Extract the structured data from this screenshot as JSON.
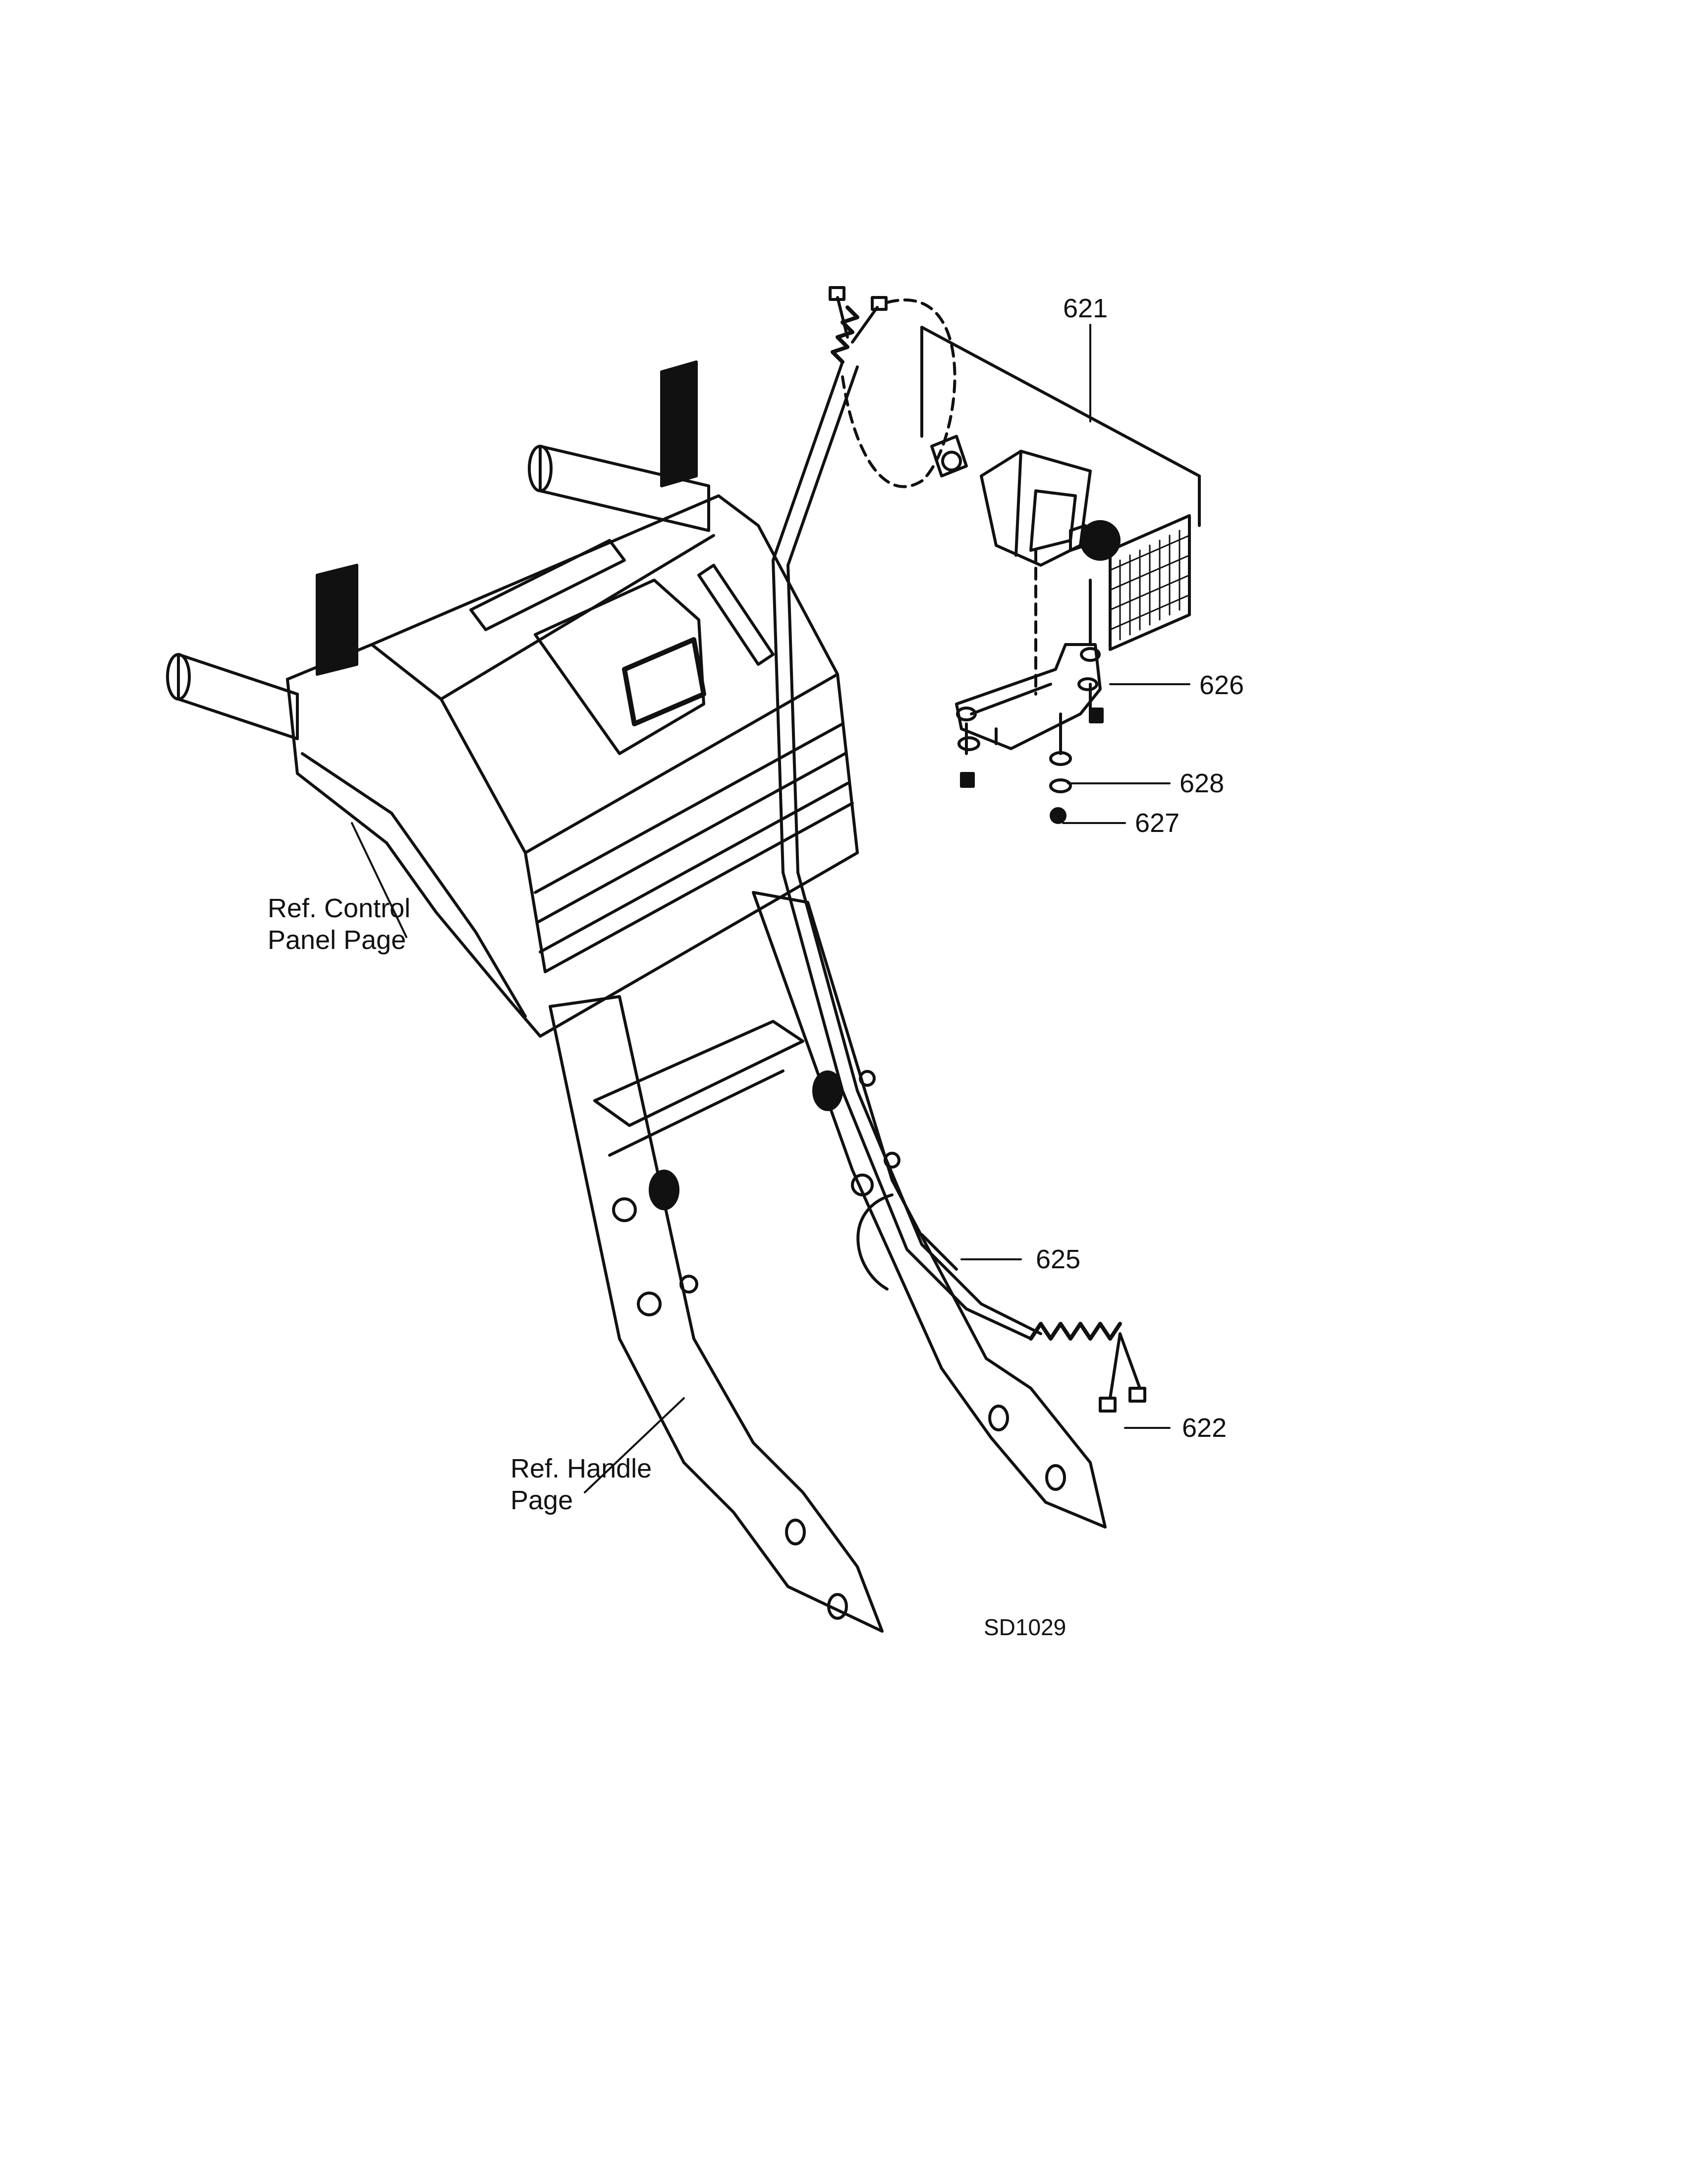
{
  "diagram": {
    "callouts": {
      "p621": "621",
      "p626": "626",
      "p628": "628",
      "p627": "627",
      "p625": "625",
      "p622": "622"
    },
    "refs": {
      "control_panel_line1": "Ref. Control",
      "control_panel_line2": "Panel Page",
      "handle_line1": "Ref. Handle",
      "handle_line2": "Page"
    },
    "drawing_id": "SD1029"
  }
}
